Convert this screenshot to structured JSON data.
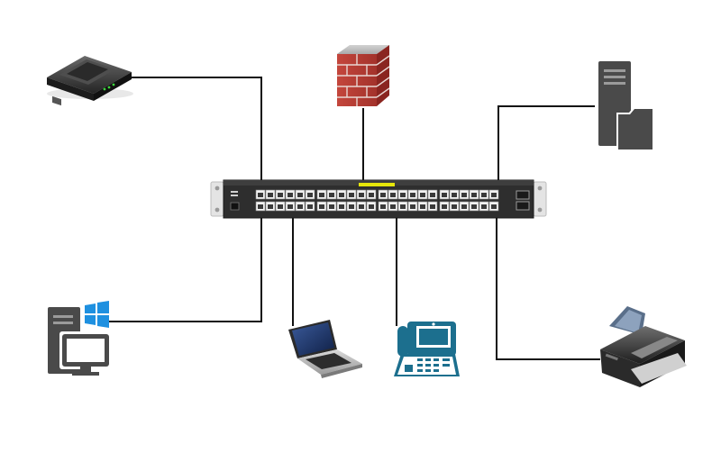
{
  "diagram": {
    "type": "network-topology",
    "center_device": "switch-48-port",
    "background": "#ffffff",
    "link_color": "#111111",
    "devices": [
      {
        "id": "router",
        "icon": "router-icon"
      },
      {
        "id": "firewall",
        "icon": "firewall-icon"
      },
      {
        "id": "file-server",
        "icon": "file-server-icon"
      },
      {
        "id": "windows-pc",
        "icon": "windows-pc-icon"
      },
      {
        "id": "laptop",
        "icon": "laptop-icon"
      },
      {
        "id": "ip-phone",
        "icon": "ip-phone-icon"
      },
      {
        "id": "printer",
        "icon": "printer-icon"
      }
    ],
    "links": [
      {
        "from": "router",
        "to": "switch-48-port"
      },
      {
        "from": "firewall",
        "to": "switch-48-port"
      },
      {
        "from": "file-server",
        "to": "switch-48-port"
      },
      {
        "from": "windows-pc",
        "to": "switch-48-port"
      },
      {
        "from": "laptop",
        "to": "switch-48-port"
      },
      {
        "from": "ip-phone",
        "to": "switch-48-port"
      },
      {
        "from": "printer",
        "to": "switch-48-port"
      }
    ],
    "colors": {
      "switch_body": "#2e2e2e",
      "switch_ear": "#e4e4e4",
      "port": "#f2f2f2",
      "poe_marker": "#e6e60a",
      "firewall_brick": "#b63a32",
      "server": "#4a4a4a",
      "windows_logo": "#1e90e0",
      "phone": "#1c6f8e"
    }
  }
}
